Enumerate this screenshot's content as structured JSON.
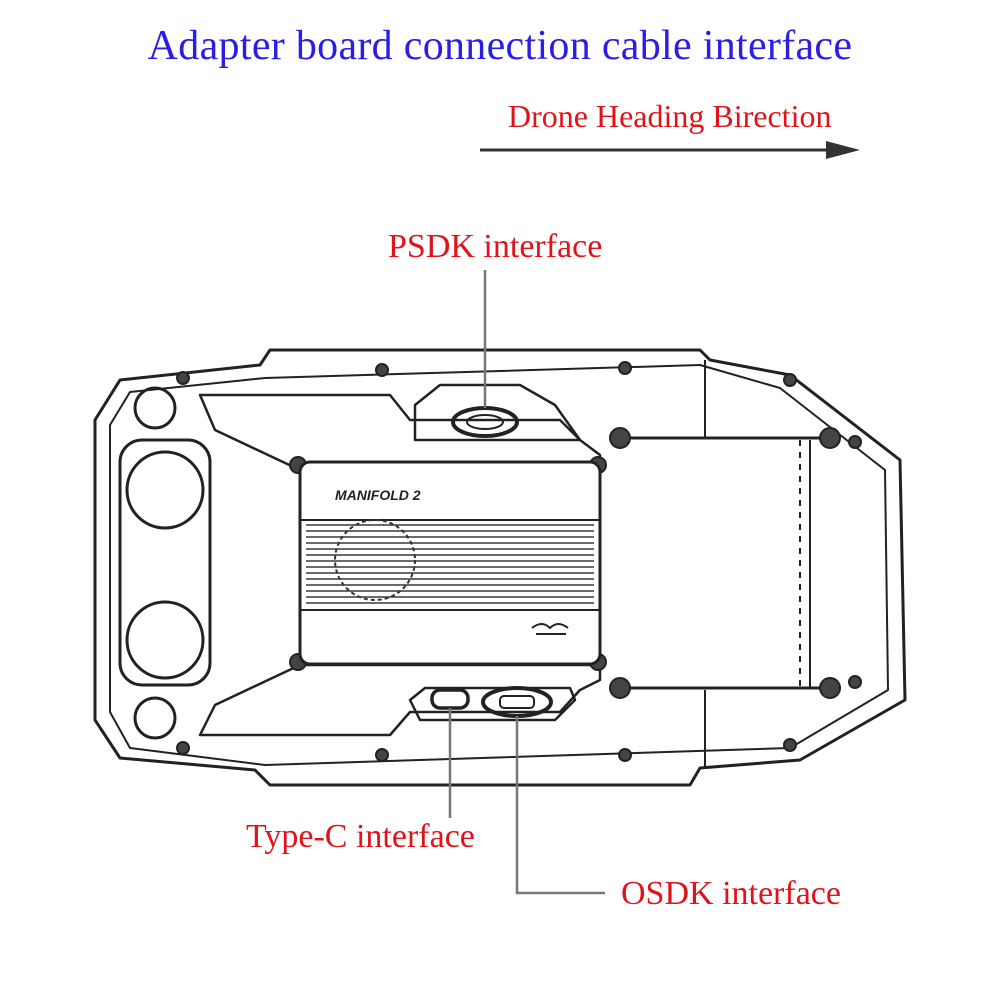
{
  "title": "Adapter board connection cable interface",
  "heading_direction": "Drone Heading Birection",
  "labels": {
    "psdk": "PSDK interface",
    "typec": "Type-C interface",
    "osdk": "OSDK interface"
  },
  "module_text": "MANIFOLD 2",
  "colors": {
    "title": "#2a1ee6",
    "label": "#e0131b",
    "line": "#222222",
    "leader": "#777777"
  }
}
